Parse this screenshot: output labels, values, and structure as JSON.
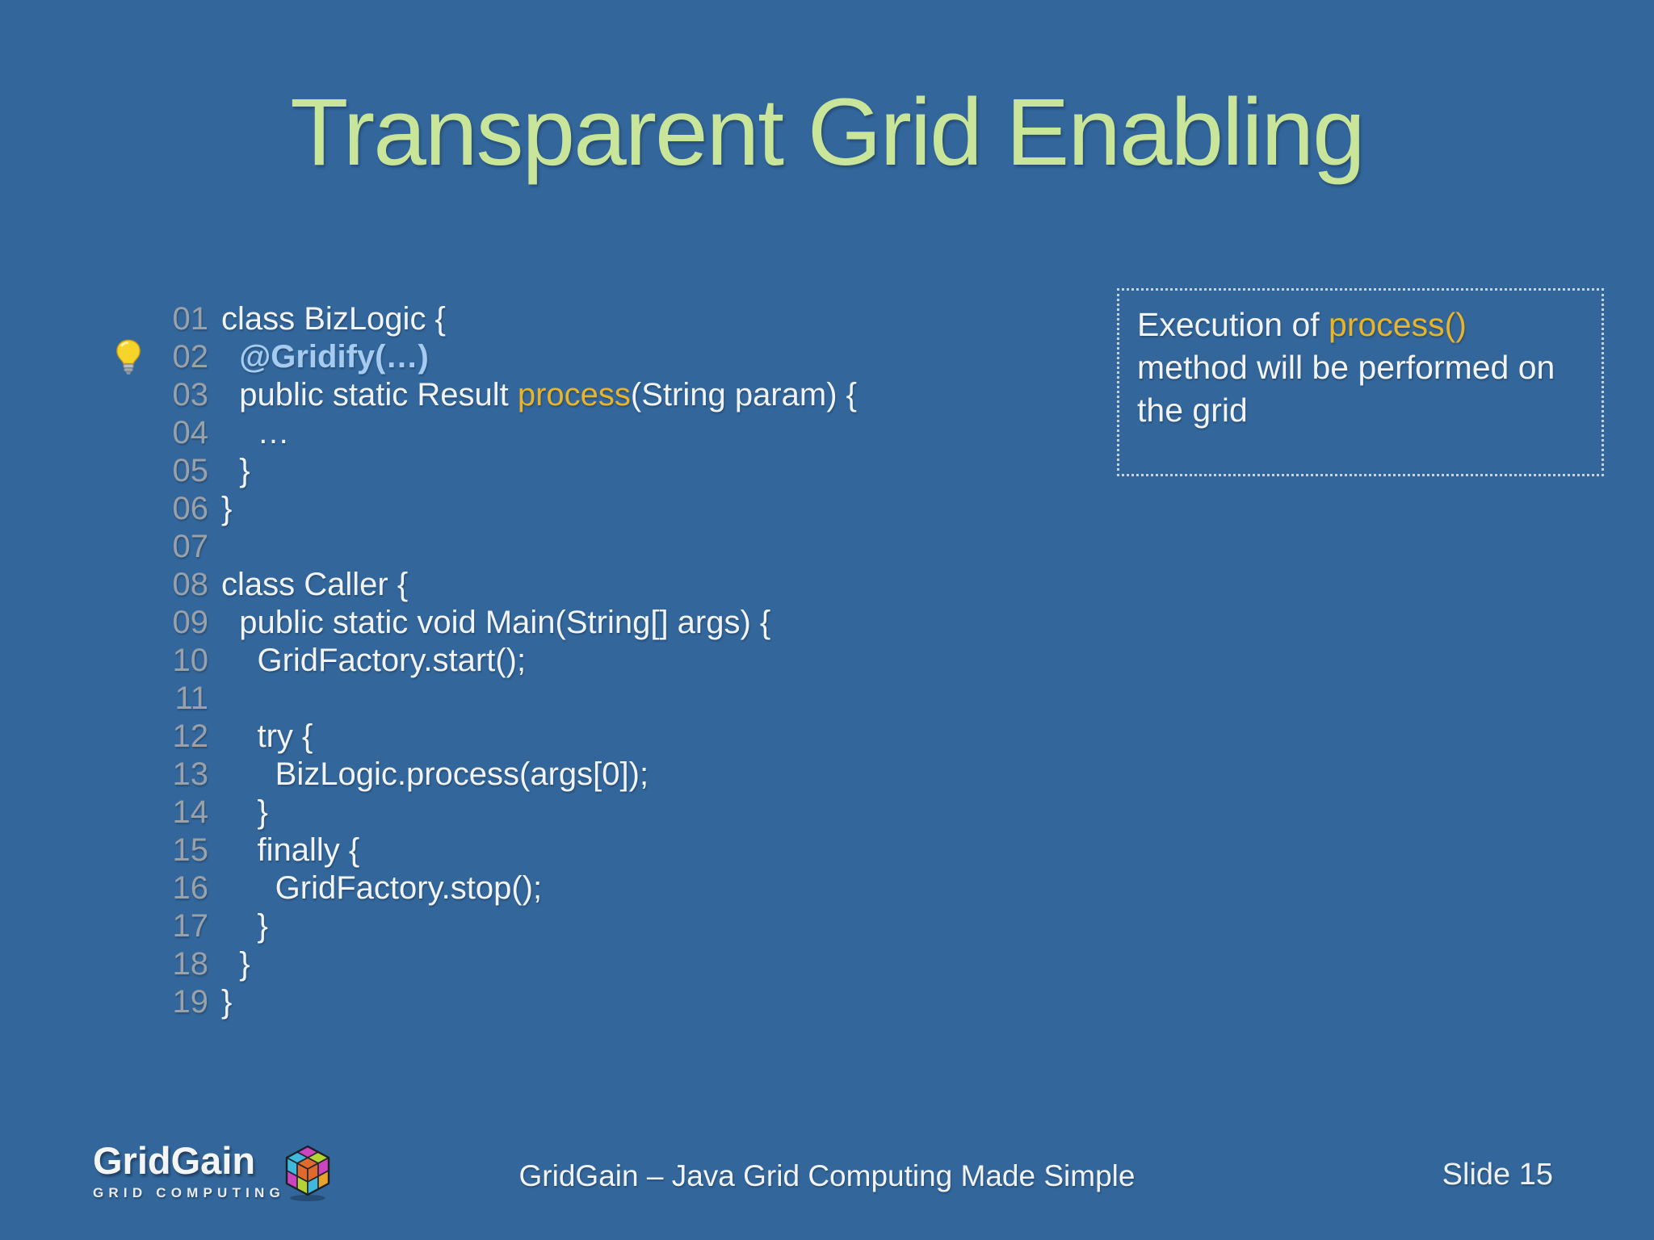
{
  "colors": {
    "background": "#33679C",
    "title_green": "#C9E59A",
    "code_plain": "#F2F3F4",
    "line_number": "#9AA1A8",
    "annotation_blue": "#A5CCF0",
    "highlight_orange": "#E9B428",
    "callout_border": "#C9D3DB"
  },
  "slide": {
    "title": "Transparent Grid Enabling"
  },
  "code": {
    "lines": [
      {
        "num": "01",
        "segments": [
          {
            "t": "class BizLogic {",
            "s": "plain"
          }
        ]
      },
      {
        "num": "02",
        "bulb": true,
        "segments": [
          {
            "t": "  ",
            "s": "plain"
          },
          {
            "t": "@Gridify(…)",
            "s": "annotation"
          }
        ]
      },
      {
        "num": "03",
        "segments": [
          {
            "t": "  public static Result ",
            "s": "plain"
          },
          {
            "t": "process",
            "s": "highlight"
          },
          {
            "t": "(String param) {",
            "s": "plain"
          }
        ]
      },
      {
        "num": "04",
        "segments": [
          {
            "t": "    …",
            "s": "plain"
          }
        ]
      },
      {
        "num": "05",
        "segments": [
          {
            "t": "  }",
            "s": "plain"
          }
        ]
      },
      {
        "num": "06",
        "segments": [
          {
            "t": "}",
            "s": "plain"
          }
        ]
      },
      {
        "num": "07",
        "segments": []
      },
      {
        "num": "08",
        "segments": [
          {
            "t": "class Caller {",
            "s": "plain"
          }
        ]
      },
      {
        "num": "09",
        "segments": [
          {
            "t": "  public static void Main(String[] args) {",
            "s": "plain"
          }
        ]
      },
      {
        "num": "10",
        "segments": [
          {
            "t": "    GridFactory.start();",
            "s": "plain"
          }
        ]
      },
      {
        "num": "11",
        "segments": []
      },
      {
        "num": "12",
        "segments": [
          {
            "t": "    try {",
            "s": "plain"
          }
        ]
      },
      {
        "num": "13",
        "segments": [
          {
            "t": "      BizLogic.process(args[0]);",
            "s": "plain"
          }
        ]
      },
      {
        "num": "14",
        "segments": [
          {
            "t": "    }",
            "s": "plain"
          }
        ]
      },
      {
        "num": "15",
        "segments": [
          {
            "t": "    finally {",
            "s": "plain"
          }
        ]
      },
      {
        "num": "16",
        "segments": [
          {
            "t": "      GridFactory.stop();",
            "s": "plain"
          }
        ]
      },
      {
        "num": "17",
        "segments": [
          {
            "t": "    }",
            "s": "plain"
          }
        ]
      },
      {
        "num": "18",
        "segments": [
          {
            "t": "  }",
            "s": "plain"
          }
        ]
      },
      {
        "num": "19",
        "segments": [
          {
            "t": "}",
            "s": "plain"
          }
        ]
      }
    ]
  },
  "callout": {
    "segments": [
      {
        "t": "Execution of ",
        "s": "plain"
      },
      {
        "t": "process()",
        "s": "highlight"
      },
      {
        "t": " method will be performed on the grid",
        "s": "plain"
      }
    ]
  },
  "footer": {
    "logo_title": "GridGain",
    "logo_subtitle": "GRID COMPUTING",
    "center_text": "GridGain – Java Grid Computing Made Simple",
    "slide_label": "Slide 15"
  },
  "icons": {
    "lightbulb": "lightbulb-icon",
    "cube": "gridgain-cube-logo-icon"
  }
}
